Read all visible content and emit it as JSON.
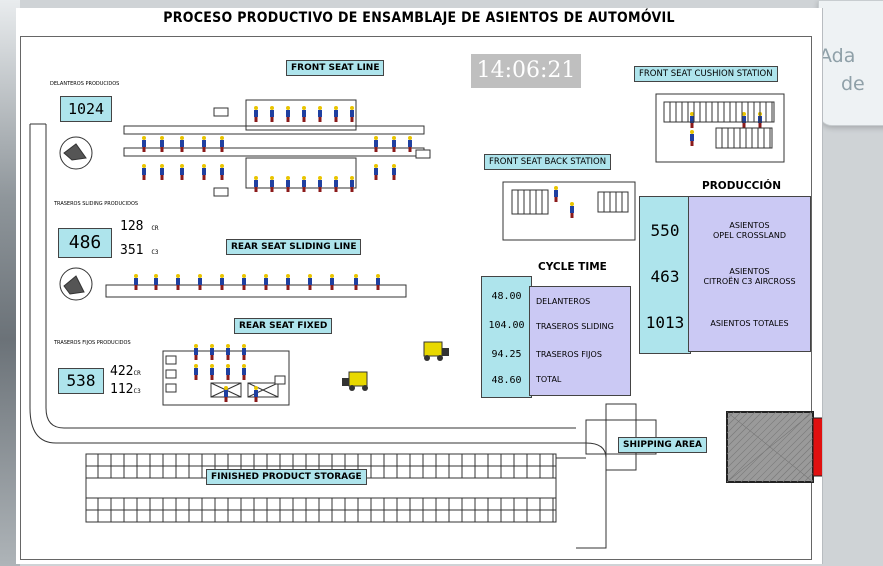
{
  "title": "PROCESO PRODUCTIVO DE ENSAMBLAJE DE ASIENTOS DE AUTOMÓVIL",
  "clock": "14:06:21",
  "side_card": {
    "line1": "Ada",
    "line2": "de"
  },
  "areas": {
    "front_seat_line": "FRONT SEAT LINE",
    "front_seat_cushion_station": "FRONT SEAT CUSHION STATION",
    "front_seat_back_station": "FRONT SEAT BACK STATION",
    "rear_seat_sliding_line": "REAR SEAT SLIDING LINE",
    "rear_seat_fixed": "REAR SEAT FIXED",
    "shipping_area": "SHIPPING AREA",
    "finished_product_storage": "FINISHED PRODUCT STORAGE"
  },
  "counters": {
    "delanteros": {
      "label": "DELANTEROS PRODUCIDOS",
      "value": "1024"
    },
    "traseros_sliding": {
      "label": "TRASEROS SLIDING PRODUCIDOS",
      "value": "486",
      "sub1": "128",
      "sub1_tag": "CR",
      "sub2": "351",
      "sub2_tag": "C3"
    },
    "traseros_fijos": {
      "label": "TRASEROS FIJOS PRODUCIDOS",
      "value": "538",
      "sub1": "422",
      "sub1_tag": "CR",
      "sub2": "112",
      "sub2_tag": "C3"
    }
  },
  "cycle_time": {
    "heading": "CYCLE TIME",
    "rows": [
      {
        "value": "48.00",
        "label": "DELANTEROS"
      },
      {
        "value": "104.00",
        "label": "TRASEROS SLIDING"
      },
      {
        "value": "94.25",
        "label": "TRASEROS FIJOS"
      },
      {
        "value": "48.60",
        "label": "TOTAL"
      }
    ]
  },
  "produccion": {
    "heading": "PRODUCCIÓN",
    "rows": [
      {
        "value": "550",
        "line1": "ASIENTOS",
        "line2": "OPEL CROSSLAND"
      },
      {
        "value": "463",
        "line1": "ASIENTOS",
        "line2": "CITROËN C3 AIRCROSS"
      },
      {
        "value": "1013",
        "line1": "ASIENTOS TOTALES",
        "line2": ""
      }
    ]
  },
  "colors": {
    "label_bg": "#aee4ec",
    "table_bg": "#cbc9f4",
    "truck": "#e01010",
    "forklift": "#e8d800"
  }
}
